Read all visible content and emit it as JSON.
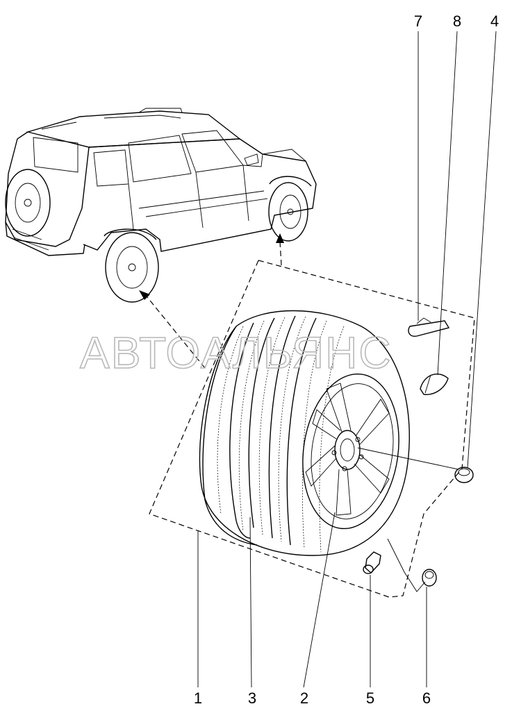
{
  "watermark": "АВТОАЛЬЯНС",
  "callouts": {
    "c1": "1",
    "c2": "2",
    "c3": "3",
    "c4": "4",
    "c5": "5",
    "c6": "6",
    "c7": "7",
    "c8": "8"
  }
}
